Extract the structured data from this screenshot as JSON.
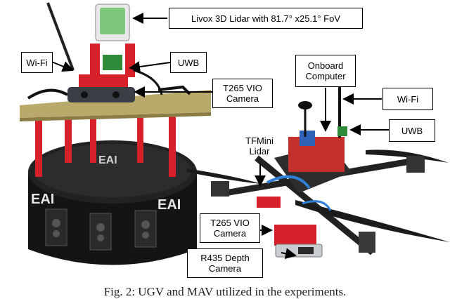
{
  "labels": {
    "livox": "Livox 3D Lidar with 81.7° x25.1° FoV",
    "wifi_ugv": "Wi-Fi",
    "uwb_ugv": "UWB",
    "t265_ugv": "T265 VIO\nCamera",
    "onboard_computer": "Onboard\nComputer",
    "wifi_mav": "Wi-Fi",
    "uwb_mav": "UWB",
    "tfmini": "TFMini\nLidar",
    "t265_mav": "T265 VIO\nCamera",
    "r435": "R435 Depth\nCamera"
  },
  "robot_branding": {
    "logo_top": "EAI",
    "logo_side_left": "EAI",
    "logo_side_right": "EAI"
  },
  "caption": "Fig. 2: UGV and MAV utilized in the experiments."
}
